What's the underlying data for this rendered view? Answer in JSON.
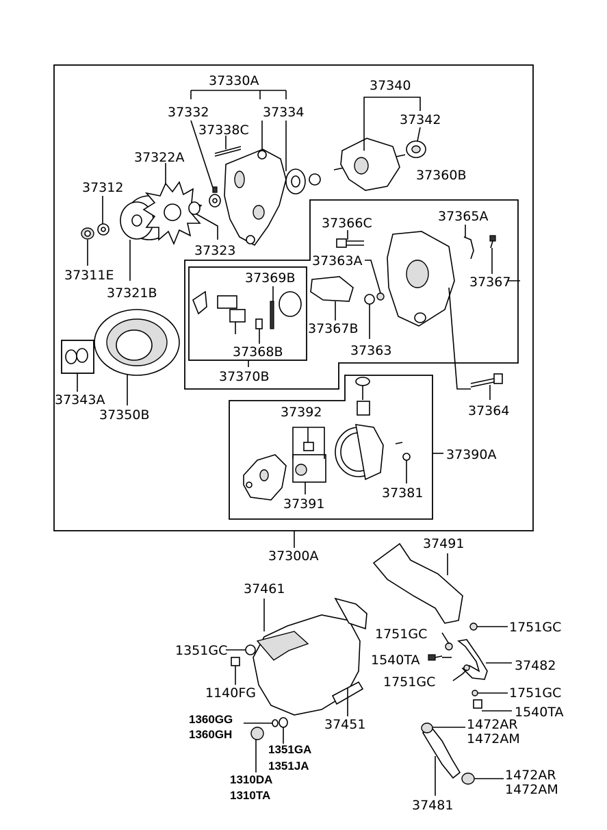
{
  "labels": {
    "p37330A": "37330A",
    "p37332": "37332",
    "p37334": "37334",
    "p37338C": "37338C",
    "p37322A": "37322A",
    "p37312": "37312",
    "p37311E": "37311E",
    "p37321B": "37321B",
    "p37323": "37323",
    "p37340": "37340",
    "p37342": "37342",
    "p37360B": "37360B",
    "p37366C": "37366C",
    "p37365A": "37365A",
    "p37363A": "37363A",
    "p37367": "37367",
    "p37369B": "37369B",
    "p37367B": "37367B",
    "p37363": "37363",
    "p37368B": "37368B",
    "p37370B": "37370B",
    "p37343A": "37343A",
    "p37350B": "37350B",
    "p37364": "37364",
    "p37392": "37392",
    "p37390A": "37390A",
    "p37381": "37381",
    "p37391": "37391",
    "p37300A": "37300A",
    "p37491": "37491",
    "p37461": "37461",
    "p1751GC_a": "1751GC",
    "p1751GC_b": "1751GC",
    "p1751GC_c": "1751GC",
    "p1751GC_d": "1751GC",
    "p1351GC": "1351GC",
    "p1540TA_a": "1540TA",
    "p1540TA_b": "1540TA",
    "p37482": "37482",
    "p1140FG": "1140FG",
    "p37451": "37451",
    "p1360GG": "1360GG",
    "p1360GH": "1360GH",
    "p1351GA": "1351GA",
    "p1351JA": "1351JA",
    "p1310DA": "1310DA",
    "p1310TA": "1310TA",
    "p1472AR_a": "1472AR",
    "p1472AM_a": "1472AM",
    "p1472AR_b": "1472AR",
    "p1472AM_b": "1472AM",
    "p37481": "37481"
  }
}
